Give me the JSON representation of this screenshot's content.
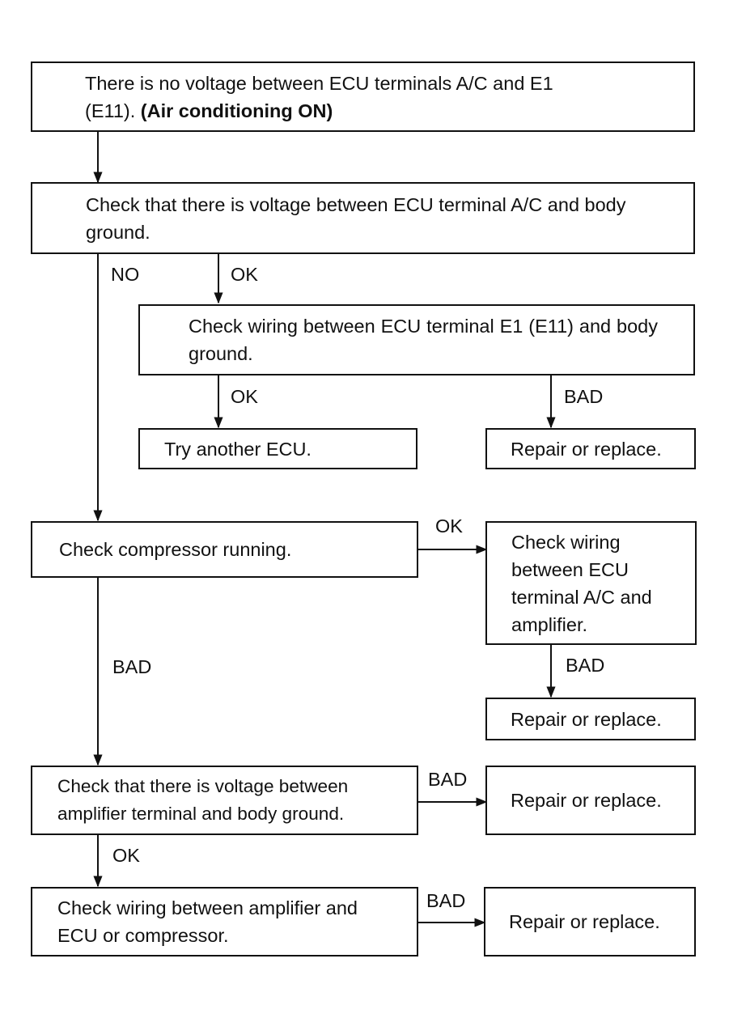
{
  "boxes": {
    "start_line1": "There is no voltage between ECU terminals A/C and E1",
    "start_line2a": "(E11).",
    "start_line2b": "(Air conditioning ON)",
    "check_voltage_ac": "Check that there is voltage between ECU terminal A/C and body ground.",
    "check_wiring_e1": "Check wiring between ECU terminal E1 (E11) and body ground.",
    "try_another_ecu": "Try another ECU.",
    "repair_1": "Repair or replace.",
    "check_compressor": "Check compressor running.",
    "check_wiring_amp": "Check wiring between ECU terminal A/C and amplifier.",
    "repair_2": "Repair or replace.",
    "check_voltage_amp": "Check that there is voltage between amplifier terminal and body ground.",
    "repair_3": "Repair or replace.",
    "check_wiring_amp_ecu": "Check wiring between amplifier and ECU or compressor.",
    "repair_4": "Repair or replace."
  },
  "labels": {
    "no": "NO",
    "ok_1": "OK",
    "ok_2": "OK",
    "bad_1": "BAD",
    "ok_3": "OK",
    "bad_2": "BAD",
    "bad_3": "BAD",
    "bad_4": "BAD",
    "ok_4": "OK",
    "bad_5": "BAD"
  }
}
